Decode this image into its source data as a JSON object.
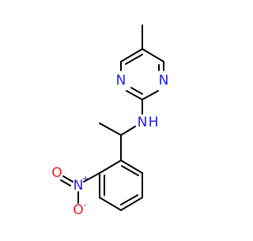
{
  "molecule": {
    "colors": {
      "bond": "#000000",
      "nitrogen": "#1c1cf0",
      "oxygen": "#e81c1c"
    },
    "atoms": {
      "pyrimidine_n1": "N",
      "pyrimidine_n3": "N",
      "amine_n": "N",
      "amine_h": "H",
      "nitro_n": "N",
      "nitro_n_charge": "+",
      "nitro_o_single": "O",
      "nitro_o_single_charge": "-",
      "nitro_o_double": "O"
    }
  }
}
